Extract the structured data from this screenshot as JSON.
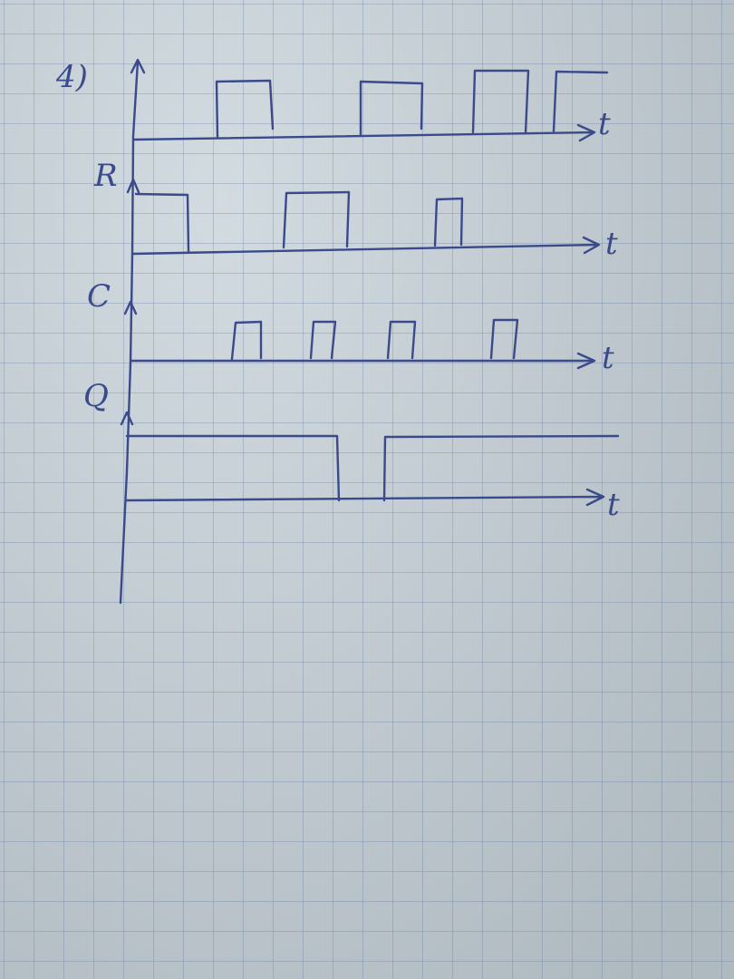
{
  "task_number": "4)",
  "axis_time_label": "t",
  "signals": [
    {
      "label": ""
    },
    {
      "label": "R"
    },
    {
      "label": "C"
    },
    {
      "label": "Q"
    }
  ],
  "colors": {
    "ink": "#3a4a8a",
    "paper": "#c3cfd6",
    "grid": "#5f78a0"
  }
}
